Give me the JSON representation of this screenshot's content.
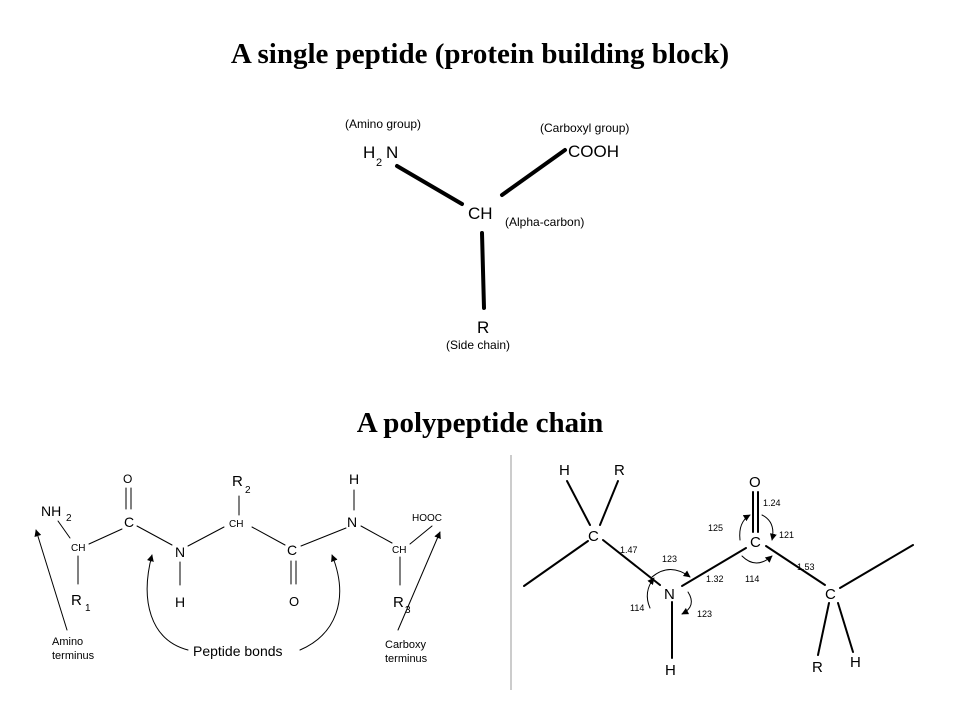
{
  "titles": {
    "top": "A single peptide (protein building block)",
    "bottom": "A polypeptide chain"
  },
  "single_peptide": {
    "amino_label": "(Amino group)",
    "h": "H",
    "sub2": "2",
    "n": "N",
    "carboxyl_label": "(Carboxyl group)",
    "cooh": "COOH",
    "ch": "CH",
    "alpha_label": "(Alpha-carbon)",
    "r": "R",
    "side_label": "(Side chain)"
  },
  "chain_left": {
    "nh": "NH",
    "nh_sub": "2",
    "ch1": "CH",
    "r1": "R",
    "r1_sub": "1",
    "o1": "O",
    "c1": "C",
    "n1": "N",
    "h1": "H",
    "r2": "R",
    "r2_sub": "2",
    "ch2": "CH",
    "c2": "C",
    "o2": "O",
    "h2": "H",
    "n2": "N",
    "ch3": "CH",
    "r3": "R",
    "r3_sub": "3",
    "hooc": "HOOC",
    "amino_terminus_1": "Amino",
    "amino_terminus_2": "terminus",
    "peptide_bonds": "Peptide bonds",
    "carboxy_terminus_1": "Carboxy",
    "carboxy_terminus_2": "terminus"
  },
  "chain_right": {
    "h_top": "H",
    "r_top": "R",
    "c_alpha1": "C",
    "n": "N",
    "h_n": "H",
    "c_carbonyl": "C",
    "o": "O",
    "c_alpha2": "C",
    "r_bottom": "R",
    "h_bottom": "H",
    "bond_ca_n": "1.47",
    "bond_n_c": "1.32",
    "bond_c_o": "1.24",
    "bond_c_ca": "1.53",
    "angle_123_top": "123",
    "angle_114_left": "114",
    "angle_123_bottom": "123",
    "angle_125": "125",
    "angle_121": "121",
    "angle_114_right": "114"
  }
}
